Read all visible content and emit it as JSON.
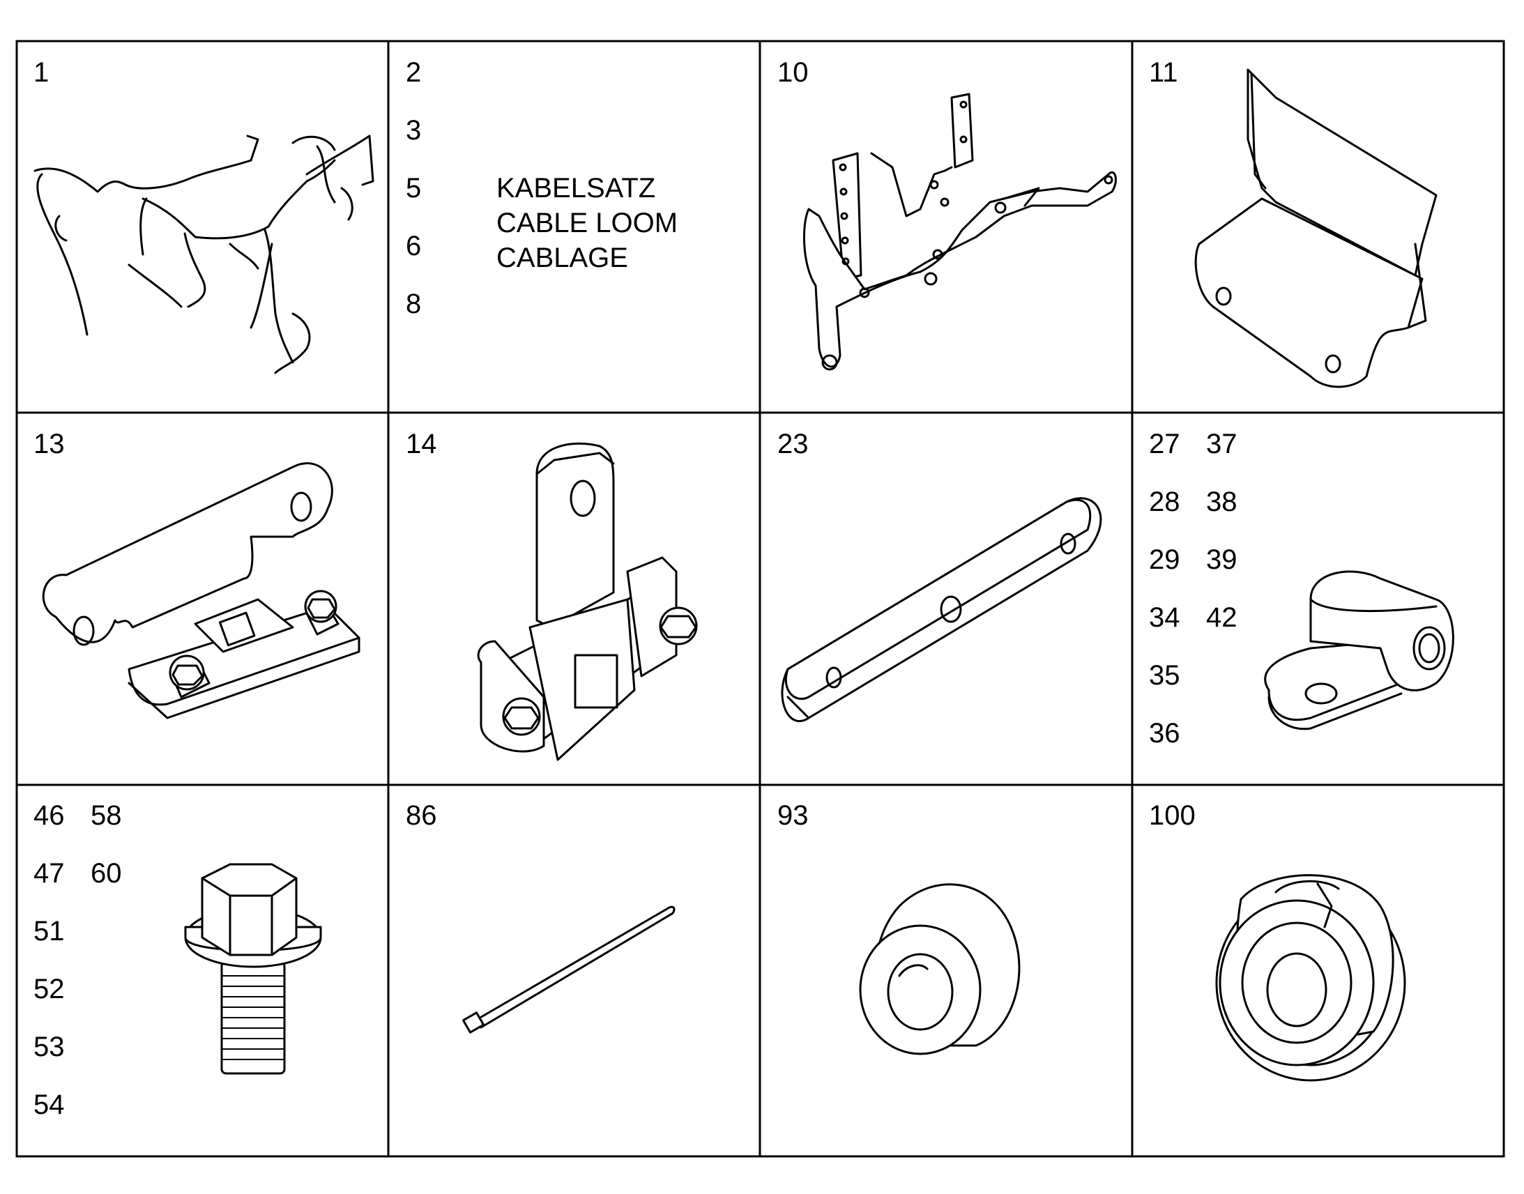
{
  "cells": [
    {
      "id": "c1",
      "numbers": [
        "1"
      ]
    },
    {
      "id": "c2",
      "numbers": [
        "2",
        "3",
        "5",
        "6",
        "8"
      ],
      "caption": [
        "KABELSATZ",
        "CABLE LOOM",
        "CABLAGE"
      ]
    },
    {
      "id": "c10",
      "numbers": [
        "10"
      ]
    },
    {
      "id": "c11",
      "numbers": [
        "11"
      ]
    },
    {
      "id": "c13",
      "numbers": [
        "13"
      ]
    },
    {
      "id": "c14",
      "numbers": [
        "14"
      ]
    },
    {
      "id": "c23",
      "numbers": [
        "23"
      ]
    },
    {
      "id": "c27",
      "numbers": [
        "27",
        "28",
        "29",
        "34",
        "35",
        "36"
      ],
      "numbers_col2": [
        "37",
        "38",
        "39",
        "42"
      ]
    },
    {
      "id": "c46",
      "numbers": [
        "46",
        "47",
        "51",
        "52",
        "53",
        "54"
      ],
      "numbers_col2": [
        "58",
        "60"
      ]
    },
    {
      "id": "c86",
      "numbers": [
        "86"
      ]
    },
    {
      "id": "c93",
      "numbers": [
        "93"
      ]
    },
    {
      "id": "c100",
      "numbers": [
        "100"
      ]
    }
  ],
  "parts": {
    "c1": "cable-loom-drawing",
    "c10": "bracket-drawing",
    "c11": "cover-bracket-drawing",
    "c13": "mounting-plate-drawing",
    "c14": "clamp-bracket-drawing",
    "c23": "flat-link-bar-drawing",
    "c27": "p-clip-drawing",
    "c46": "flange-bolt-drawing",
    "c86": "cable-tie-drawing",
    "c93": "spacer-bushing-drawing",
    "c100": "grommet-drawing"
  }
}
